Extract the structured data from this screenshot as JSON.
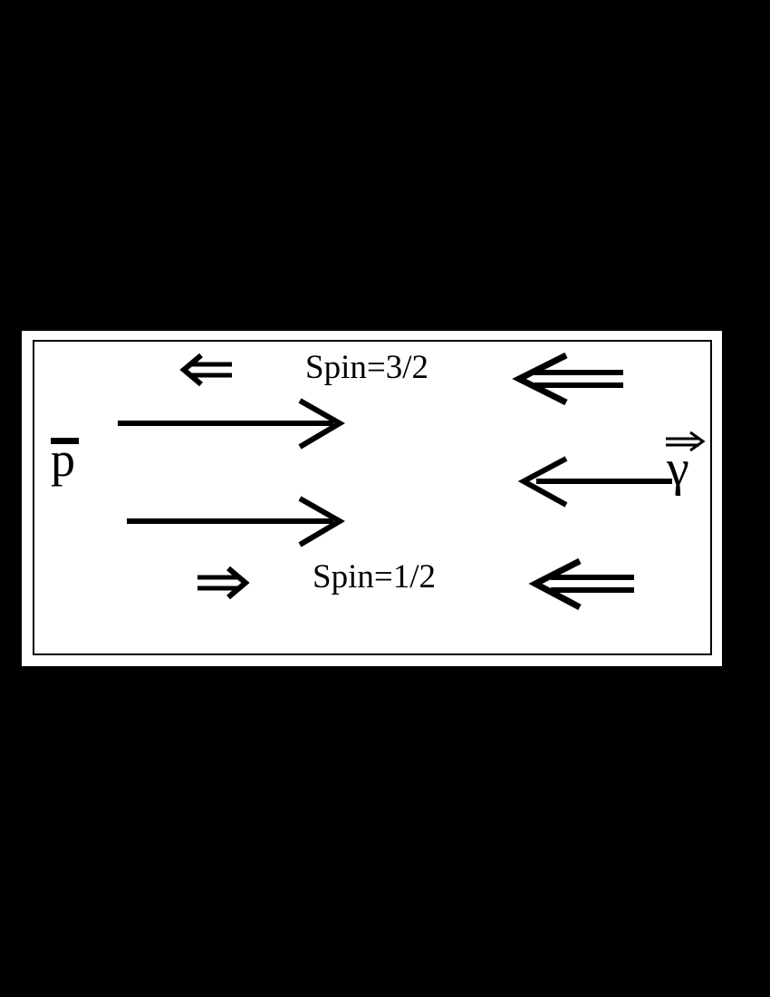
{
  "figure": {
    "background_color": "#000000",
    "panel_color": "#ffffff",
    "ink_color": "#000000",
    "title": "Antiproton-photon helicity / spin configuration diagram"
  },
  "labels": {
    "spin_top": "Spin=3/2",
    "spin_bottom": "Spin=1/2",
    "antiproton": "p",
    "photon": "γ"
  },
  "particles": {
    "antiproton": {
      "symbol": "p",
      "overbar": true,
      "name": "antiproton",
      "direction": "right"
    },
    "photon": {
      "symbol": "γ",
      "vector_arrow": true,
      "name": "photon",
      "direction": "left"
    }
  },
  "rows": [
    {
      "name": "spin-three-halves",
      "label": "Spin=3/2",
      "antiproton_spin_arrow": "left-double-arrow",
      "antiproton_momentum_arrow": "right-arrow",
      "photon_spin_arrow": "left-double-arrow",
      "photon_helicity": "negative"
    },
    {
      "name": "spin-one-half",
      "label": "Spin=1/2",
      "antiproton_spin_arrow": "right-double-arrow",
      "antiproton_momentum_arrow": "right-arrow",
      "photon_spin_arrow": "left-double-arrow",
      "photon_helicity": "negative"
    }
  ],
  "icons": {
    "spin_left_double": "⇐",
    "spin_right_double": "⇒",
    "momentum_right": "→",
    "momentum_left": "←",
    "vector_right": "→"
  }
}
